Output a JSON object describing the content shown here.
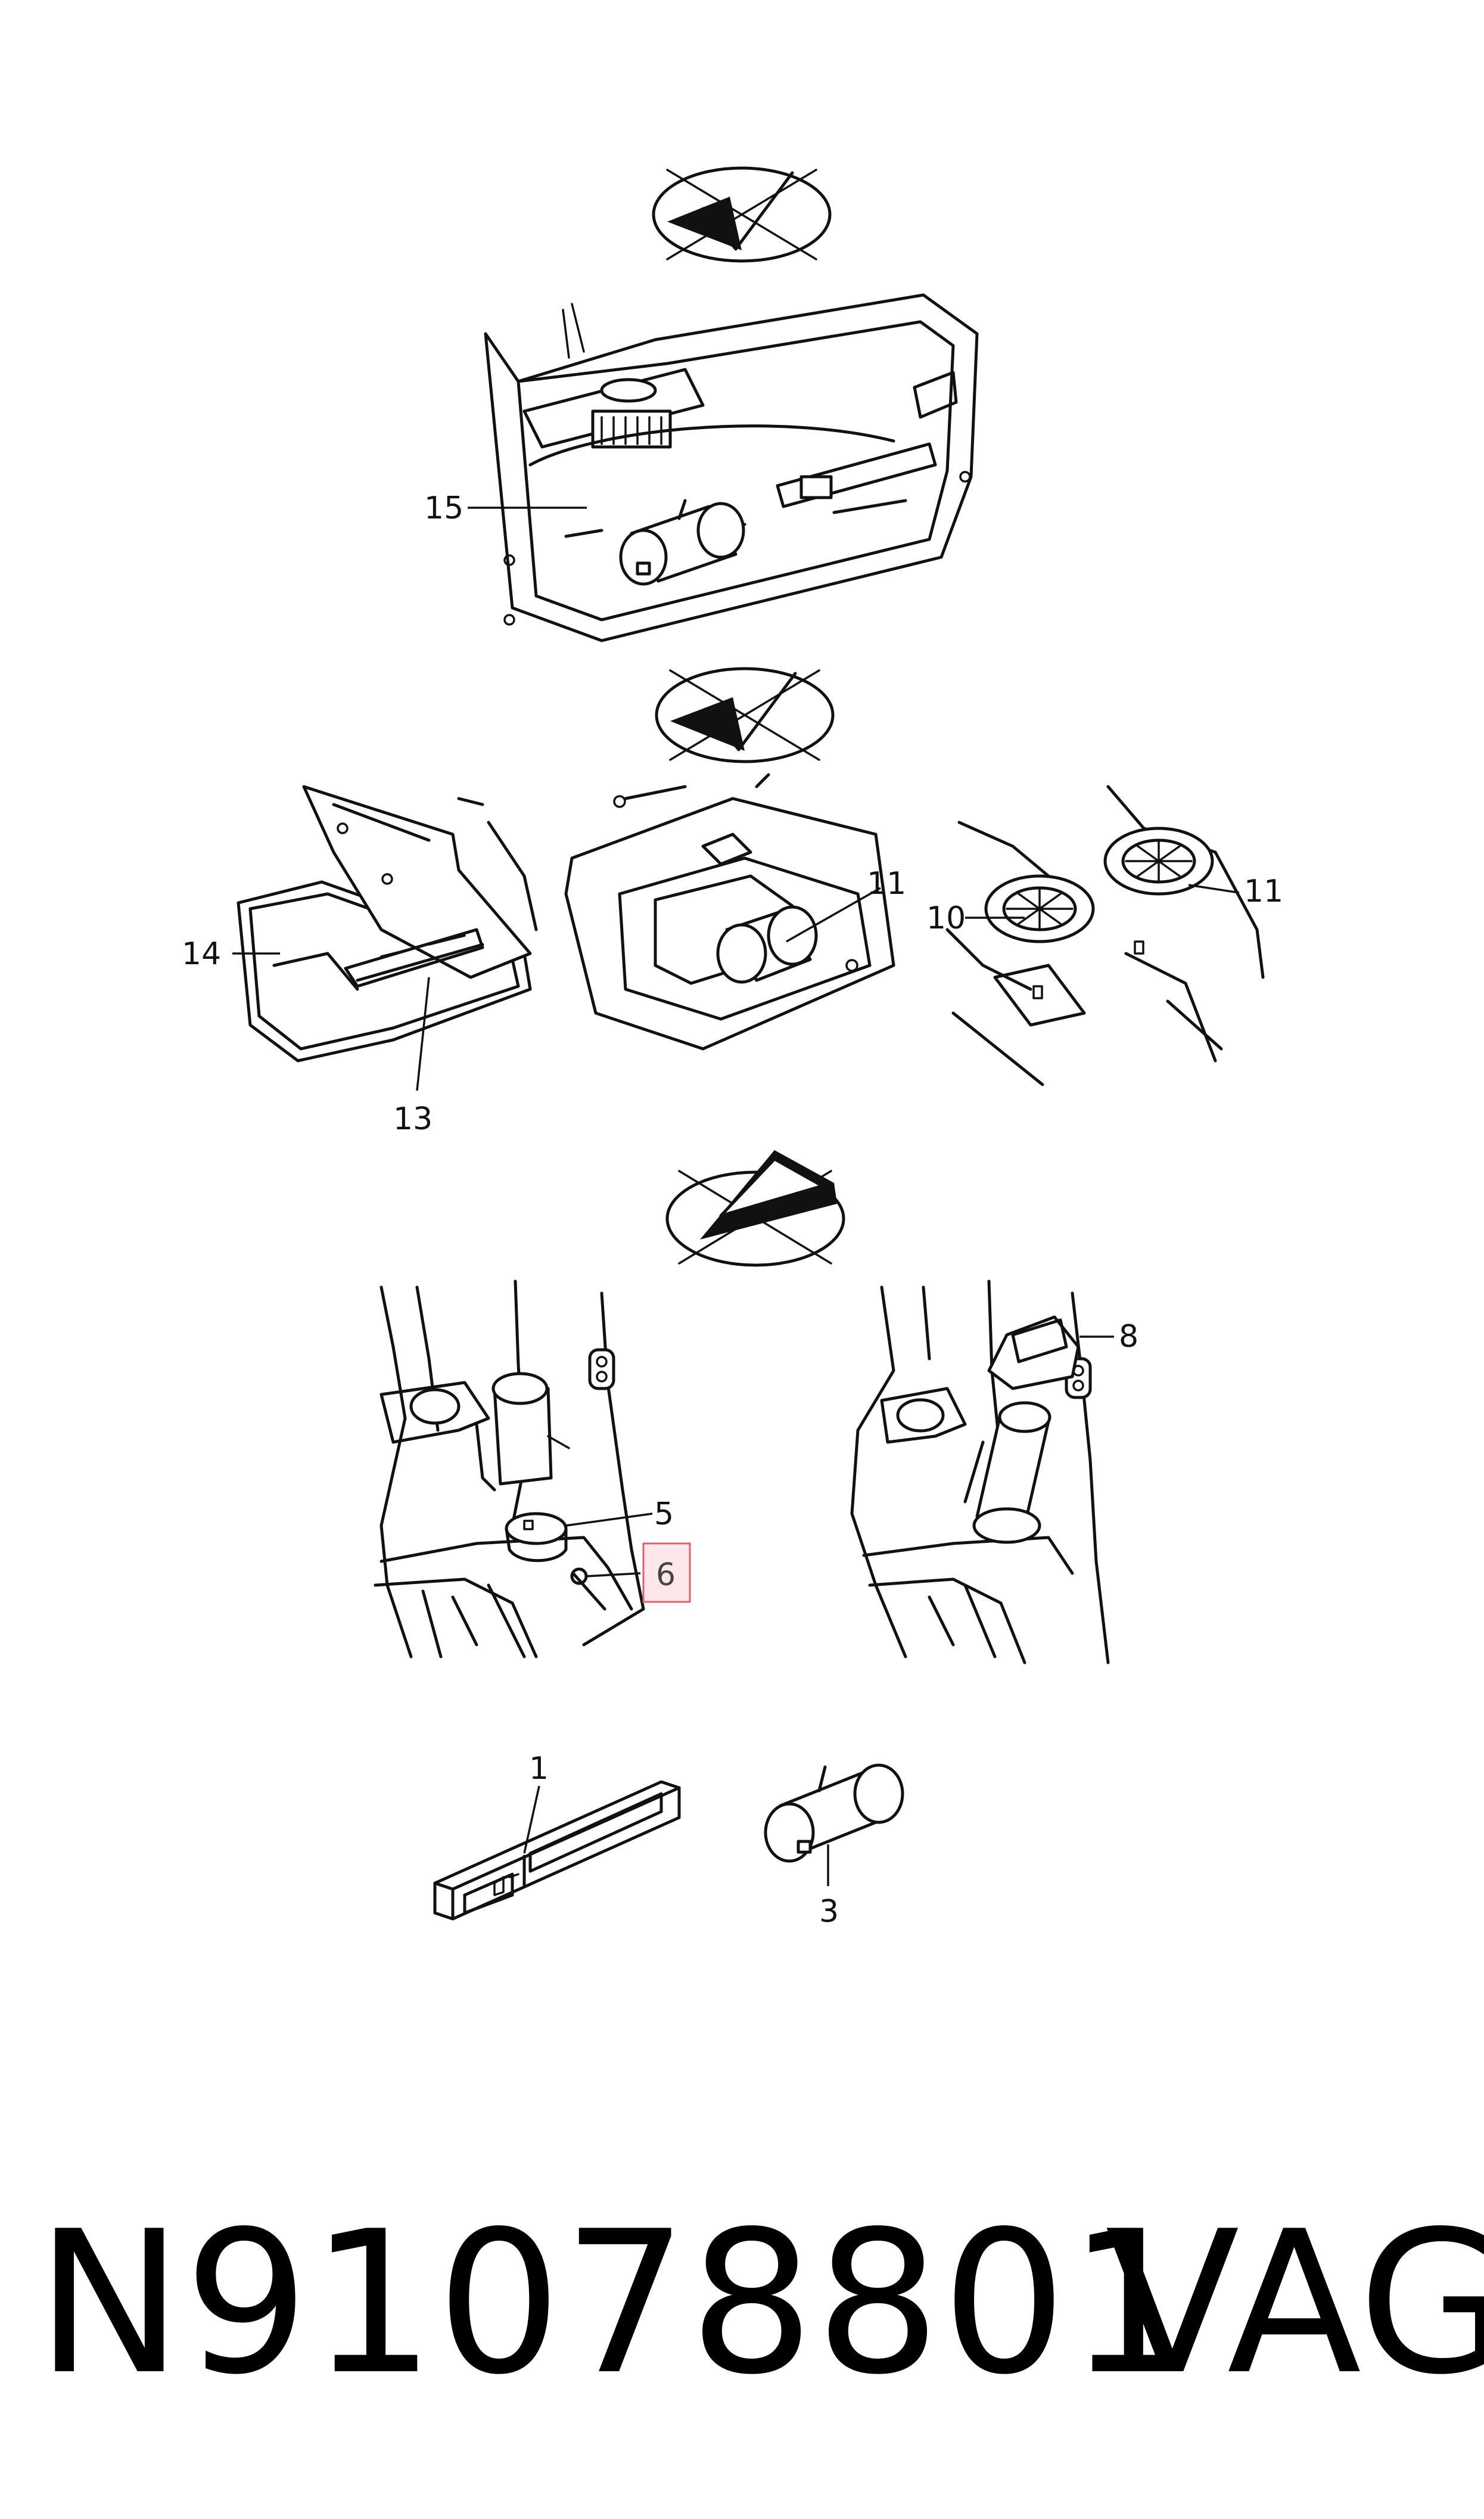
{
  "callouts": {
    "c15": "15",
    "c14": "14",
    "c13": "13",
    "c11a": "11",
    "c10": "10",
    "c11b": "11",
    "c8": "8",
    "c5": "5",
    "c6": "6",
    "c1": "1",
    "c3": "3"
  },
  "footer": {
    "part_number": "N91078801",
    "brand": "VAG"
  },
  "colors": {
    "highlight_fill": "#fde7ea",
    "highlight_border": "#e0606e"
  }
}
